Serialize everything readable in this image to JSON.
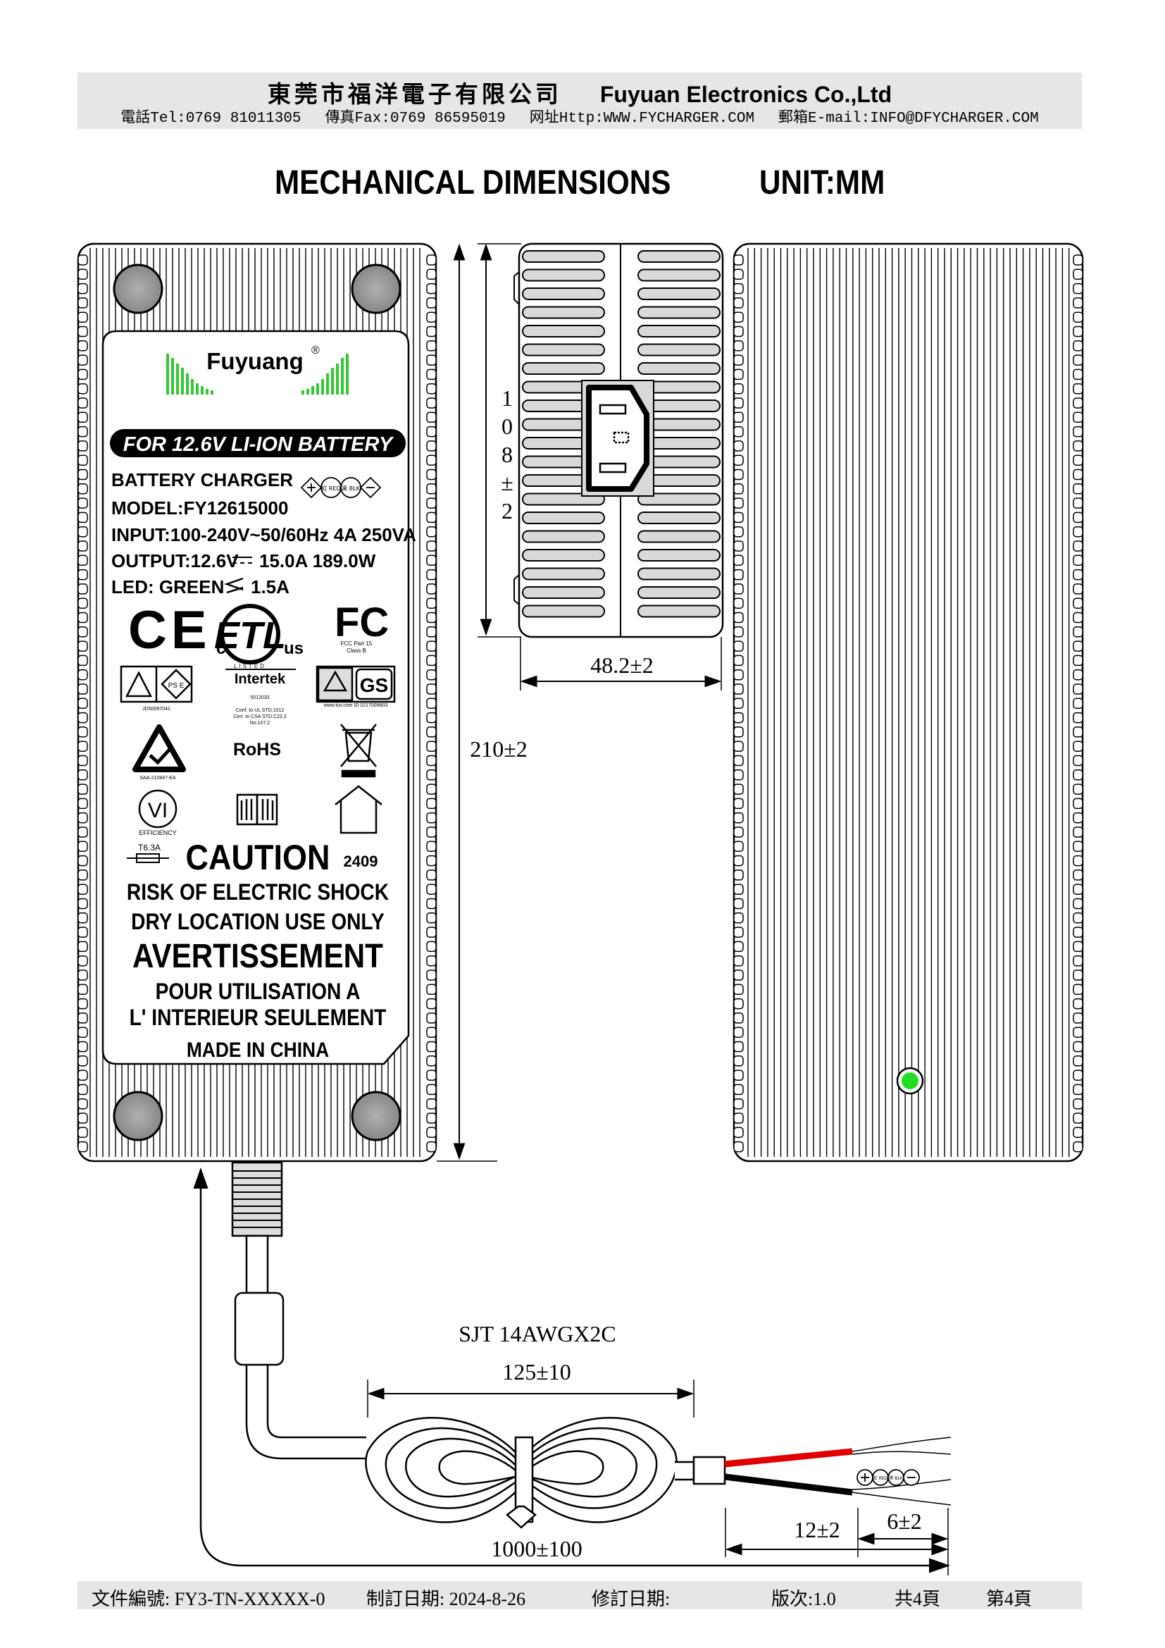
{
  "header": {
    "company_cn": "東莞市福洋電子有限公司",
    "company_en": "Fuyuan Electronics Co.,Ltd",
    "tel": "電話Tel:0769 81011305",
    "fax": "傳真Fax:0769 86595019",
    "web": "网址Http:WWW.FYCHARGER.COM",
    "email": "郵箱E-mail:INFO@DFYCHARGER.COM"
  },
  "title": "MECHANICAL DIMENSIONS",
  "unit": "UNIT:MM",
  "label": {
    "brand": "Fuyuang",
    "registered": "®",
    "battery_banner": "FOR 12.6V LI-ION BATTERY",
    "product": "BATTERY CHARGER",
    "model": "MODEL:FY12615000",
    "input": "INPUT:100-240V~50/60Hz 4A 250VA",
    "output_prefix": "OUTPUT:12.6V",
    "output_suffix": "15.0A 189.0W",
    "led_prefix": "LED: GREEN",
    "led_suffix": "1.5A",
    "ce": "CE",
    "etl_c": "c",
    "etl_us": "us",
    "etl_listed": "LISTED",
    "fcc": "FC",
    "fcc_part": "FCC Part 15",
    "fcc_class": "Class B",
    "pse": "PS E",
    "pse_code": "JD50097042",
    "intertek": "Intertek",
    "intertek_no": "5012033",
    "intertek_conf1": "Conf. to UL STD.1012",
    "intertek_conf2": "Cert. to CSA STD.C22.2",
    "intertek_conf3": "No.107.2",
    "gs": "GS",
    "tuv_text": "www.tuv.com ID 0217009803",
    "saa_code": "SAA-210847-EA",
    "rohs": "RoHS",
    "efficiency_mark": "VI",
    "efficiency": "EFFICIENCY",
    "fuse": "T6.3A",
    "caution": "CAUTION",
    "date_code": "2409",
    "risk": "RISK OF ELECTRIC SHOCK",
    "dry": "DRY LOCATION USE ONLY",
    "avert": "AVERTISSEMENT",
    "pour": "POUR UTILISATION A",
    "interieur": "L' INTERIEUR SEULEMENT",
    "made": "MADE IN CHINA",
    "polarity_red": "紅 RED",
    "polarity_blk": "黑 BLK"
  },
  "dimensions": {
    "height": "108±2",
    "width": "48.2±2",
    "length": "210±2",
    "cable": "SJT 14AWGX2C",
    "coil": "125±10",
    "cable_length": "1000±100",
    "strip": "12±2",
    "tin": "6±2"
  },
  "footer": {
    "doc_no": "文件編號: FY3-TN-XXXXX-0",
    "date": "制訂日期: 2024-8-26",
    "revision_date": "修訂日期:",
    "version": "版次:1.0",
    "total_pages": "共4頁",
    "page": "第4頁"
  },
  "colors": {
    "header_bg": "#e6e6e6",
    "logo_green": "#35c635",
    "led_green": "#22dd22",
    "wire_red": "#e00000",
    "wire_black": "#000000"
  }
}
